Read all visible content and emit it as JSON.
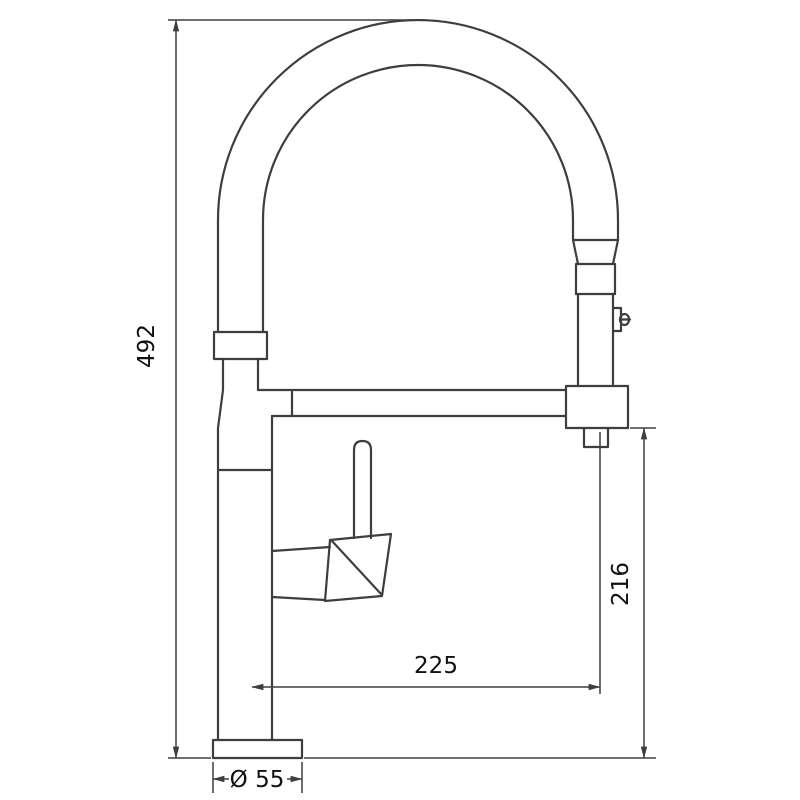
{
  "page": {
    "background_color": "#ffffff",
    "line_color": "#3e3e3e",
    "text_color": "#111111"
  },
  "dimensions": {
    "overall_height": {
      "label": "492",
      "value": 492
    },
    "spray_drop_height": {
      "label": "216",
      "value": 216
    },
    "spout_reach": {
      "label": "225",
      "value": 225
    },
    "base_diameter": {
      "label": "Ø 55",
      "value": 55
    }
  }
}
